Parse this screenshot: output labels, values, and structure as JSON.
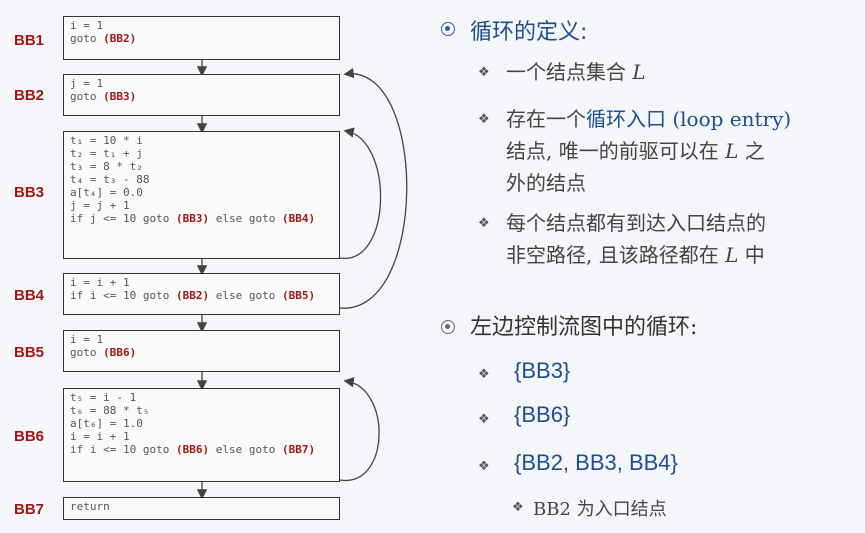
{
  "blocks": [
    {
      "id": "BB1",
      "lines": [
        [
          {
            "t": "i = 1"
          }
        ],
        [
          {
            "t": "goto "
          },
          {
            "t": "(BB2)",
            "target": true
          }
        ]
      ]
    },
    {
      "id": "BB2",
      "lines": [
        [
          {
            "t": "j = 1"
          }
        ],
        [
          {
            "t": "goto "
          },
          {
            "t": "(BB3)",
            "target": true
          }
        ]
      ]
    },
    {
      "id": "BB3",
      "lines": [
        [
          {
            "t": "t₁ = 10 * i"
          }
        ],
        [
          {
            "t": "t₂ = t₁ + j"
          }
        ],
        [
          {
            "t": "t₃ = 8 * t₂"
          }
        ],
        [
          {
            "t": "t₄ = t₃ - 88"
          }
        ],
        [
          {
            "t": "a[t₄] = 0.0"
          }
        ],
        [
          {
            "t": "j = j + 1"
          }
        ],
        [
          {
            "t": "if j <= 10 goto "
          },
          {
            "t": "(BB3)",
            "target": true
          },
          {
            "t": " else goto "
          },
          {
            "t": "(BB4)",
            "target": true
          }
        ]
      ]
    },
    {
      "id": "BB4",
      "lines": [
        [
          {
            "t": "i = i + 1"
          }
        ],
        [
          {
            "t": "if i <= 10 goto "
          },
          {
            "t": "(BB2)",
            "target": true
          },
          {
            "t": " else goto "
          },
          {
            "t": "(BB5)",
            "target": true
          }
        ]
      ]
    },
    {
      "id": "BB5",
      "lines": [
        [
          {
            "t": "i = 1"
          }
        ],
        [
          {
            "t": "goto "
          },
          {
            "t": "(BB6)",
            "target": true
          }
        ]
      ]
    },
    {
      "id": "BB6",
      "lines": [
        [
          {
            "t": "t₅ = i - 1"
          }
        ],
        [
          {
            "t": "t₆ = 88 * t₅"
          }
        ],
        [
          {
            "t": "a[t₆] = 1.0"
          }
        ],
        [
          {
            "t": "i = i + 1"
          }
        ],
        [
          {
            "t": "if i <= 10 goto "
          },
          {
            "t": "(BB6)",
            "target": true
          },
          {
            "t": " else goto "
          },
          {
            "t": "(BB7)",
            "target": true
          }
        ]
      ]
    },
    {
      "id": "BB7",
      "lines": [
        [
          {
            "t": "return"
          }
        ]
      ]
    }
  ],
  "colors": {
    "accent": "#1b4f91",
    "label_red": "#a31616"
  },
  "right": {
    "heading1": "循环的定义:",
    "def1_pre": "一个结点集合 ",
    "L": "L",
    "def2_pre": "存在一个",
    "def2_entry": "循环入口 (loop entry)",
    "def2_line2_pre": "结点, 唯一的前驱可以在 ",
    "def2_line2_post": " 之",
    "def2_line3": "外的结点",
    "def3_line1": "每个结点都有到达入口结点的",
    "def3_line2_pre": "非空路径, 且该路径都在 ",
    "def3_line2_post": " 中",
    "heading2": "左边控制流图中的循环:",
    "loops": [
      "{BB3}",
      "{BB6}",
      "{BB2, BB3, BB4}"
    ],
    "note": "BB2 为入口结点"
  }
}
